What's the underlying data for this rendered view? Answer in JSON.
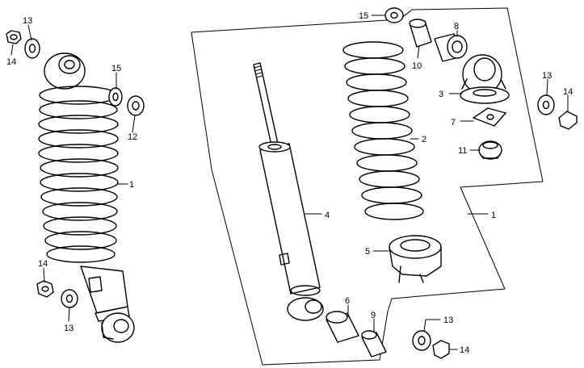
{
  "callouts": {
    "c13a": "13",
    "c14a": "14",
    "c15a": "15",
    "c12": "12",
    "c1a": "1",
    "c14b": "14",
    "c13b": "13",
    "c4": "4",
    "c15b": "15",
    "c10": "10",
    "c8": "8",
    "c3": "3",
    "c2": "2",
    "c7": "7",
    "c11": "11",
    "c13c": "13",
    "c14c": "14",
    "c1b": "1",
    "c5": "5",
    "c6": "6",
    "c9": "9",
    "c13d": "13",
    "c14d": "14"
  }
}
